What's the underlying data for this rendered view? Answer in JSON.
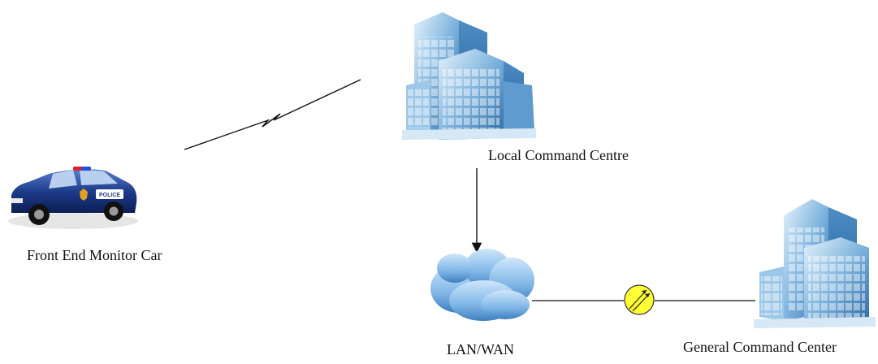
{
  "nodes": {
    "local_command_centre": {
      "label": "Local Command Centre",
      "icon": "office-building-icon"
    },
    "front_end_monitor_car": {
      "label": "Front End Monitor Car",
      "icon": "police-car-icon",
      "badge_text": "POLICE"
    },
    "lan_wan": {
      "label": "LAN/WAN",
      "icon": "cloud-icon"
    },
    "general_command_center": {
      "label": "General Command Center",
      "icon": "office-building-icon"
    }
  },
  "links": [
    {
      "from": "front_end_monitor_car",
      "to": "local_command_centre",
      "type": "wireless"
    },
    {
      "from": "local_command_centre",
      "to": "lan_wan",
      "type": "arrow"
    },
    {
      "from": "lan_wan",
      "to": "general_command_center",
      "type": "line-with-optical-coupler"
    }
  ],
  "colors": {
    "building_light": "#cfe6f7",
    "building_mid": "#6fa9d6",
    "building_dark": "#2d6ea8",
    "cloud": "#7fb6e6",
    "coupler": "#ffff33",
    "car_body": "#1e3c8c",
    "line": "#111111"
  }
}
